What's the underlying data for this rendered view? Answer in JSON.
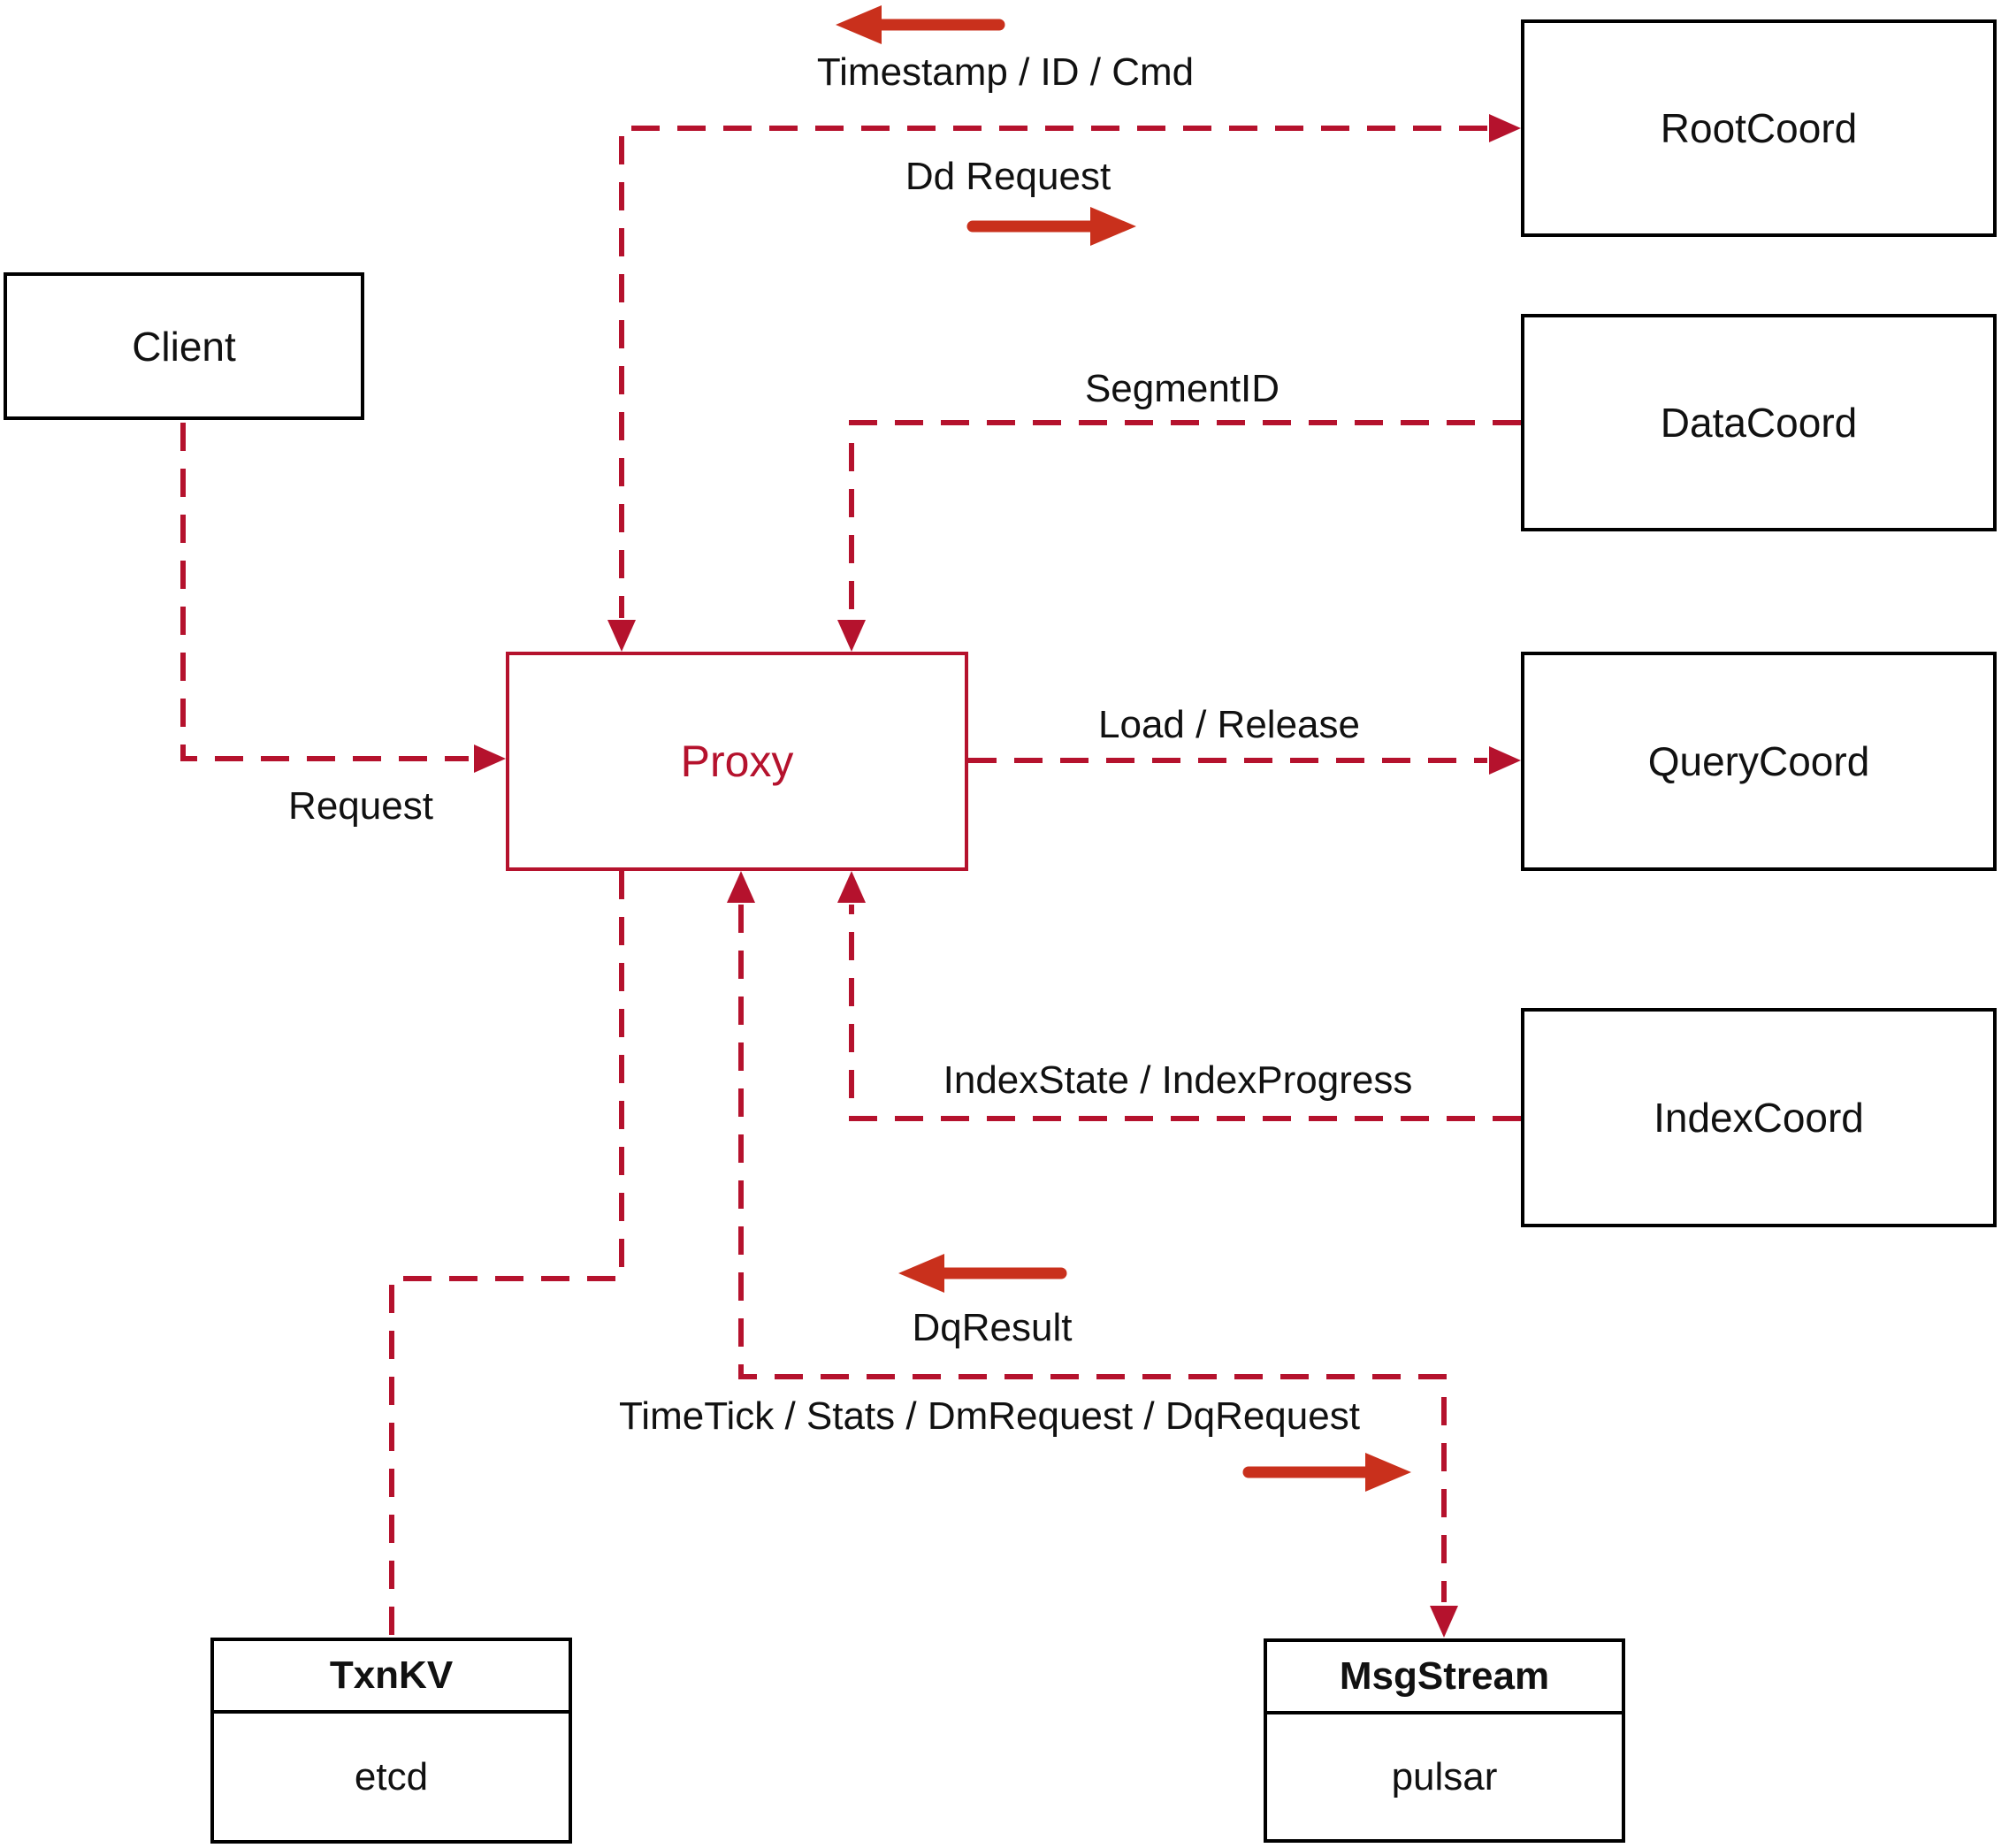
{
  "nodes": {
    "client": {
      "label": "Client"
    },
    "proxy": {
      "label": "Proxy"
    },
    "rootcoord": {
      "label": "RootCoord"
    },
    "datacoord": {
      "label": "DataCoord"
    },
    "querycoord": {
      "label": "QueryCoord"
    },
    "indexcoord": {
      "label": "IndexCoord"
    },
    "txnkv": {
      "title": "TxnKV",
      "sub": "etcd"
    },
    "msgstream": {
      "title": "MsgStream",
      "sub": "pulsar"
    }
  },
  "edge_labels": {
    "timestamp": "Timestamp / ID / Cmd",
    "dd_request": "Dd Request",
    "segment_id": "SegmentID",
    "load_release": "Load / Release",
    "index_state": "IndexState / IndexProgress",
    "request": "Request",
    "dq_result": "DqResult",
    "timetick": "TimeTick / Stats / DmRequest / DqRequest"
  },
  "icons": {
    "arrow_left_solid": "left-arrow",
    "arrow_right_solid": "right-arrow"
  },
  "colors": {
    "dashed": "#b5122d",
    "solid": "#c9301c",
    "ink": "#111111",
    "boxborder": "#000000"
  }
}
